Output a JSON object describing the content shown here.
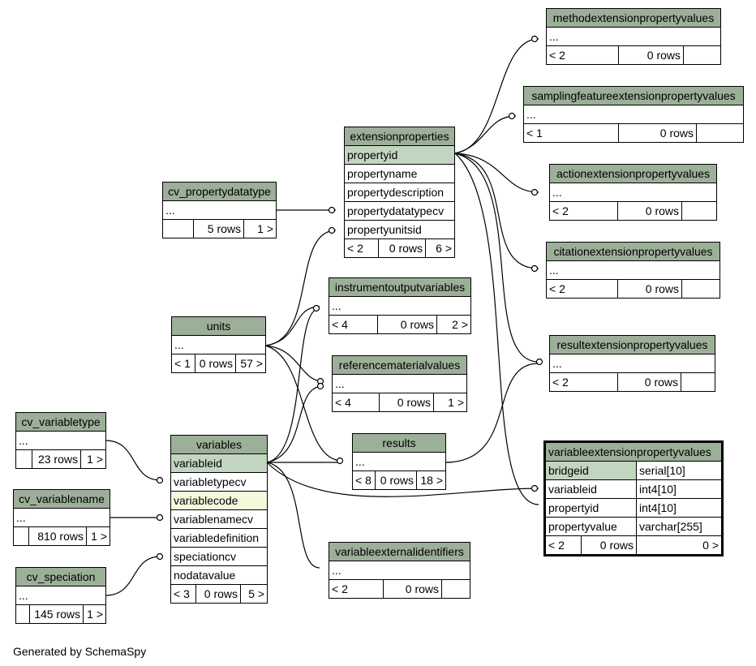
{
  "generated_by": "Generated by SchemaSpy",
  "tables": {
    "methodext": {
      "name": "methodextensionpropertyvalues",
      "placeholder": "...",
      "parents": "< 2",
      "rows": "0 rows",
      "children": ""
    },
    "samplingext": {
      "name": "samplingfeatureextensionpropertyvalues",
      "placeholder": "...",
      "parents": "< 1",
      "rows": "0 rows",
      "children": ""
    },
    "actionext": {
      "name": "actionextensionpropertyvalues",
      "placeholder": "...",
      "parents": "< 2",
      "rows": "0 rows",
      "children": ""
    },
    "citationext": {
      "name": "citationextensionpropertyvalues",
      "placeholder": "...",
      "parents": "< 2",
      "rows": "0 rows",
      "children": ""
    },
    "resultext": {
      "name": "resultextensionpropertyvalues",
      "placeholder": "...",
      "parents": "< 2",
      "rows": "0 rows",
      "children": ""
    },
    "extprops": {
      "name": "extensionproperties",
      "columns": [
        "propertyid",
        "propertyname",
        "propertydescription",
        "propertydatatypecv",
        "propertyunitsid"
      ],
      "parents": "< 2",
      "rows": "0 rows",
      "children": "6 >"
    },
    "cvprop": {
      "name": "cv_propertydatatype",
      "placeholder": "...",
      "parents": "",
      "rows": "5 rows",
      "children": "1 >"
    },
    "instout": {
      "name": "instrumentoutputvariables",
      "placeholder": "...",
      "parents": "< 4",
      "rows": "0 rows",
      "children": "2 >"
    },
    "units": {
      "name": "units",
      "placeholder": "...",
      "parents": "< 1",
      "rows": "0 rows",
      "children": "57 >"
    },
    "refmat": {
      "name": "referencematerialvalues",
      "placeholder": "...",
      "parents": "< 4",
      "rows": "0 rows",
      "children": "1 >"
    },
    "results": {
      "name": "results",
      "placeholder": "...",
      "parents": "< 8",
      "rows": "0 rows",
      "children": "18 >"
    },
    "varext": {
      "name": "variableextensionpropertyvalues",
      "columns": [
        {
          "name": "bridgeid",
          "type": "serial[10]"
        },
        {
          "name": "variableid",
          "type": "int4[10]"
        },
        {
          "name": "propertyid",
          "type": "int4[10]"
        },
        {
          "name": "propertyvalue",
          "type": "varchar[255]"
        }
      ],
      "parents": "< 2",
      "rows": "0 rows",
      "children": "0 >"
    },
    "cvvartype": {
      "name": "cv_variabletype",
      "placeholder": "...",
      "parents": "",
      "rows": "23 rows",
      "children": "1 >"
    },
    "variables": {
      "name": "variables",
      "columns": [
        "variableid",
        "variabletypecv",
        "variablecode",
        "variablenamecv",
        "variabledefinition",
        "speciationcv",
        "nodatavalue"
      ],
      "parents": "< 3",
      "rows": "0 rows",
      "children": "5 >"
    },
    "cvvarname": {
      "name": "cv_variablename",
      "placeholder": "...",
      "parents": "",
      "rows": "810 rows",
      "children": "1 >"
    },
    "cvspec": {
      "name": "cv_speciation",
      "placeholder": "...",
      "parents": "",
      "rows": "145 rows",
      "children": "1 >"
    },
    "varextid": {
      "name": "variableexternalidentifiers",
      "placeholder": "...",
      "parents": "< 2",
      "rows": "0 rows",
      "children": ""
    }
  }
}
